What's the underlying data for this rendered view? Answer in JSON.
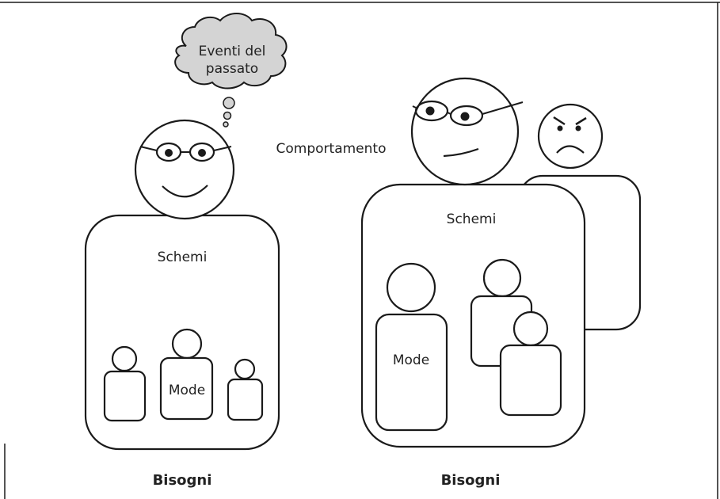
{
  "left_figure": {
    "thought_line1": "Eventi del",
    "thought_line2": "passato",
    "body_label": "Schemi",
    "mode_label": "Mode",
    "caption": "Bisogni"
  },
  "middle_label": "Comportamento",
  "right_figure": {
    "body_label": "Schemi",
    "mode_label": "Mode",
    "caption": "Bisogni"
  }
}
